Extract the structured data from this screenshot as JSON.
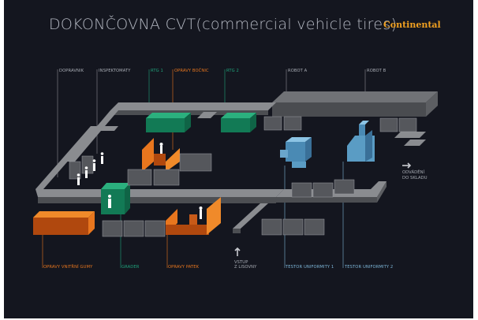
{
  "title": "DOKONČOVNA CVT(commercial vehicle tires)",
  "logo": "Continental",
  "top_labels": {
    "dopravnik": "DOPRAVNIK",
    "inspektomaty": "INSPEKTOMATY",
    "rtg1": "RTG 1",
    "opravy_bocnic": "OPRAVY BOČNIC",
    "rtg2": "RTG 2",
    "robot_a": "ROBOT A",
    "robot_b": "ROBOT B"
  },
  "bottom_labels": {
    "opravy_vnitrni_gumy": "OPRAVY VNITŘNÍ GUMY",
    "grader": "GRADER",
    "opravy_patek": "OPRAVY PATEK",
    "vstup_line1": "VSTUP",
    "vstup_line2": "Z LISOVNY",
    "testor1": "TESTOR UNIFORMITY 1",
    "testor2": "TESTOR UNIFORMITY 2"
  },
  "side_labels": {
    "odvadeni_line1": "ODVÁDĚNÍ",
    "odvadeni_line2": "DO SKLADU"
  },
  "colors": {
    "background": "#14161f",
    "orange": "#e8761e",
    "green": "#1a8a62",
    "blue": "#5a9cc4",
    "conveyor": "#8a8c90"
  }
}
